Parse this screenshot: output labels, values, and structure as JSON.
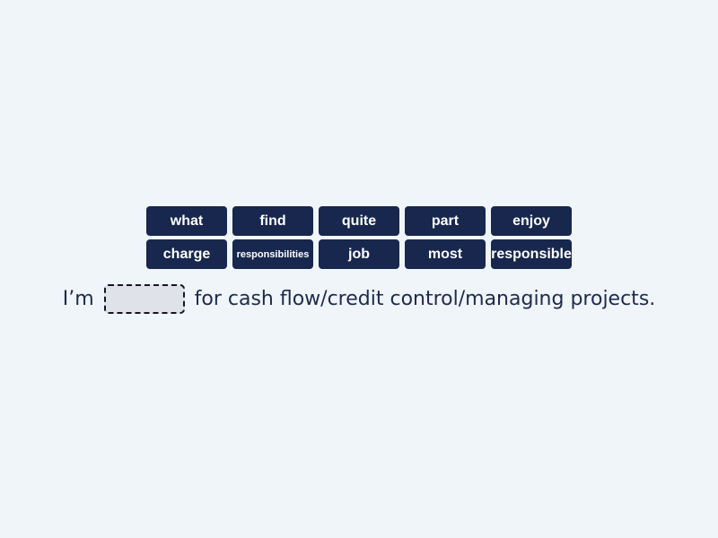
{
  "colors": {
    "background": "#f0f5f9",
    "tile_background": "#17274e",
    "tile_text": "#ffffff",
    "sentence_text": "#1e2b4d",
    "blank_fill": "#e0e2ea",
    "blank_border": "#16161f"
  },
  "word_bank": {
    "rows": 2,
    "columns": 5,
    "words": [
      "what",
      "find",
      "quite",
      "part",
      "enjoy",
      "charge",
      "responsibilities",
      "job",
      "most",
      "responsible"
    ]
  },
  "sentence": {
    "prefix": "I’m",
    "blank_value": "",
    "suffix": "for cash flow/credit control/managing projects."
  }
}
